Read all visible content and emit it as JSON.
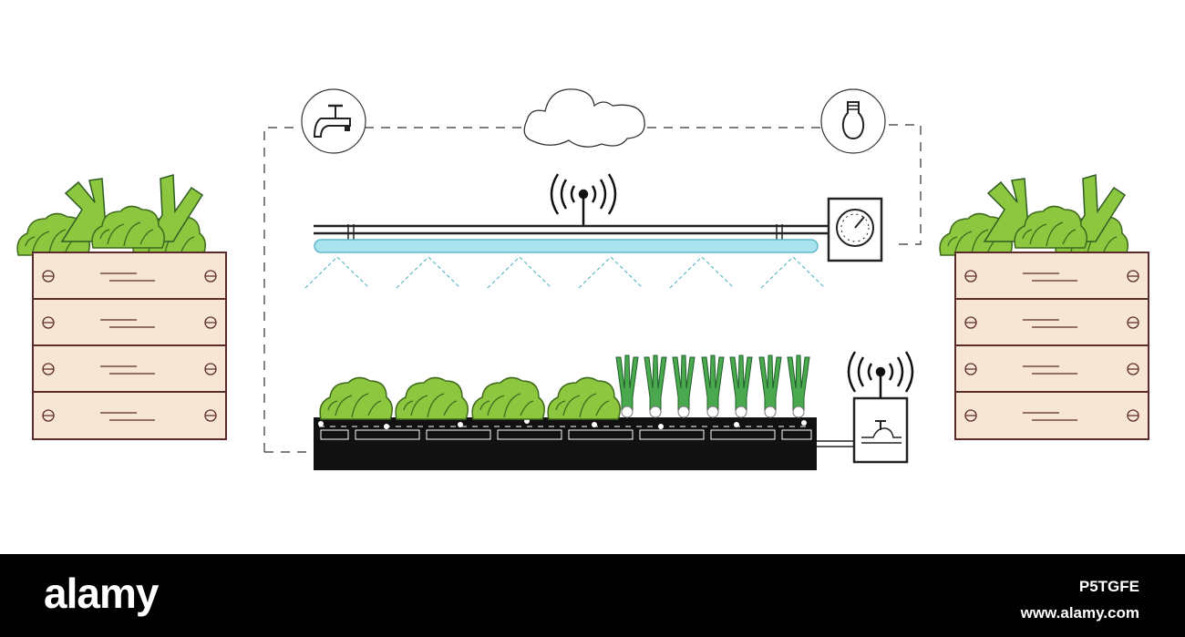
{
  "footer": {
    "brand": "alamy",
    "stock_id": "P5TGFE",
    "site": "www.alamy.com"
  },
  "colors": {
    "crate_fill": "#f7e6d3",
    "crate_stroke": "#5b2b2b",
    "lettuce": "#8dc63f",
    "lettuce_stroke": "#3f6a1d",
    "leek_green": "#4aa84f",
    "light_tube": "#a9e4ee",
    "mist": "#5fb8c8",
    "bed": "#111111",
    "line": "#333333"
  },
  "icons": [
    "faucet-icon",
    "cloud-icon",
    "light-bulb-icon",
    "wireless-signal-icon",
    "pressure-gauge-icon",
    "water-valve-icon"
  ]
}
